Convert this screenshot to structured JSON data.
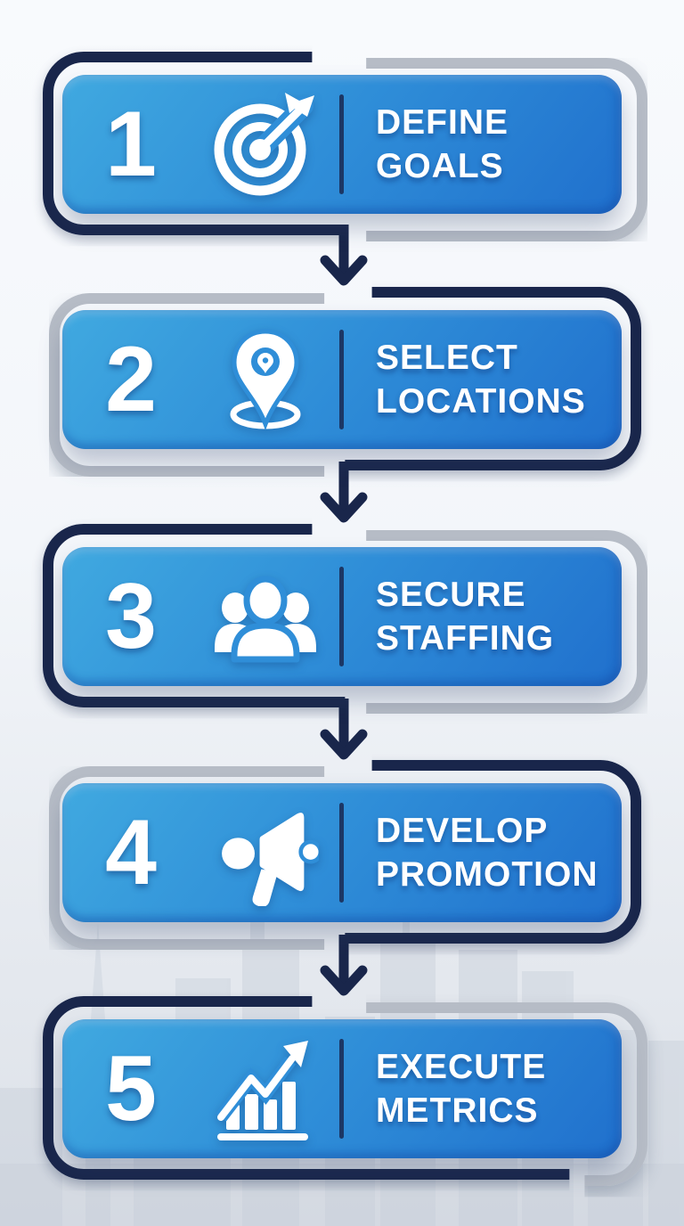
{
  "infographic": {
    "type": "process-flow",
    "step_count": 5,
    "colors": {
      "outline_navy": "#19264b",
      "outline_gray": "#b6bcc6",
      "card_blue_light": "#40a9e0",
      "card_blue_dark": "#2070cd",
      "text_white": "#ffffff",
      "divider_navy": "#1c3765"
    },
    "steps": [
      {
        "number": "1",
        "line1": "DEFINE",
        "line2": "GOALS",
        "icon": "target-icon"
      },
      {
        "number": "2",
        "line1": "SELECT",
        "line2": "LOCATIONS",
        "icon": "location-pin-icon"
      },
      {
        "number": "3",
        "line1": "SECURE",
        "line2": "STAFFING",
        "icon": "people-group-icon"
      },
      {
        "number": "4",
        "line1": "DEVELOP",
        "line2": "PROMOTION",
        "icon": "megaphone-icon"
      },
      {
        "number": "5",
        "line1": "EXECUTE",
        "line2": "METRICS",
        "icon": "growth-chart-icon"
      }
    ]
  }
}
